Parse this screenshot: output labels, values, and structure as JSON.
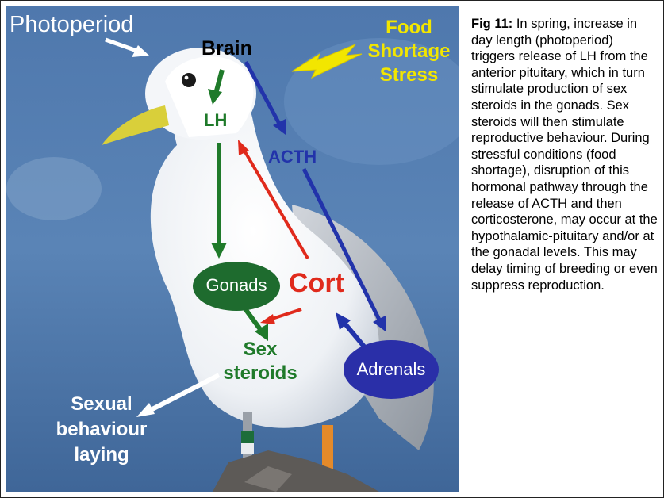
{
  "labels": {
    "photoperiod": "Photoperiod",
    "brain": "Brain",
    "food": "Food",
    "shortage": "Shortage",
    "stress": "Stress",
    "lh": "LH",
    "acth": "ACTH",
    "gonads": "Gonads",
    "cort": "Cort",
    "sex": "Sex",
    "steroids": "steroids",
    "adrenals": "Adrenals",
    "sexual": "Sexual",
    "behaviour": "behaviour",
    "laying": "laying"
  },
  "caption": {
    "fig_label": "Fig 11:",
    "text": " In spring, increase in day length (photoperiod) triggers release of LH from the anterior pituitary, which in turn stimulate production of sex steroids in the gonads. Sex steroids will then stimulate reproductive behaviour. During stressful conditions (food shortage), disruption of this hormonal pathway through the release of ACTH and then corticosterone, may occur at the hypothalamic-pituitary and/or at the gonadal levels. This may delay timing of breeding or even suppress reproduction."
  },
  "colors": {
    "green": "#1f7a2a",
    "blue": "#2233aa",
    "red": "#e02a1c",
    "yellow": "#f2e600",
    "white": "#ffffff"
  }
}
